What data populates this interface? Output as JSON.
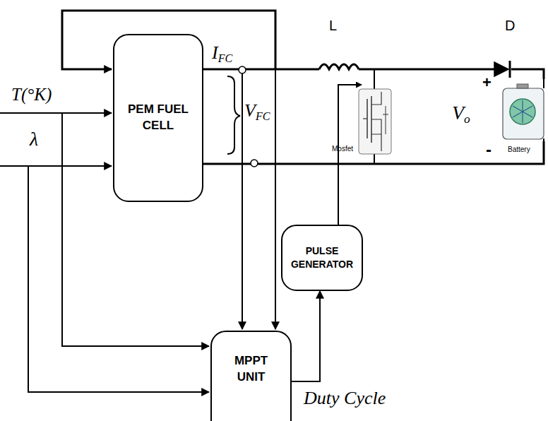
{
  "diagram": {
    "nodes": [
      {
        "text": [
          "PEM FUEL CELL"
        ]
      },
      {
        "text": [
          "PULSE GENERATOR"
        ]
      },
      {
        "text": [
          "MPPT UNIT"
        ]
      }
    ],
    "edges": [
      {
        "from": 2,
        "to": 1,
        "arrow": "to"
      }
    ],
    "labels": [
      "T(°K)",
      "λ",
      "IFC",
      "VFC",
      "L",
      "D",
      "+",
      "-",
      "Vo",
      "Mosfet",
      "Battery",
      "Duty Cycle"
    ]
  }
}
